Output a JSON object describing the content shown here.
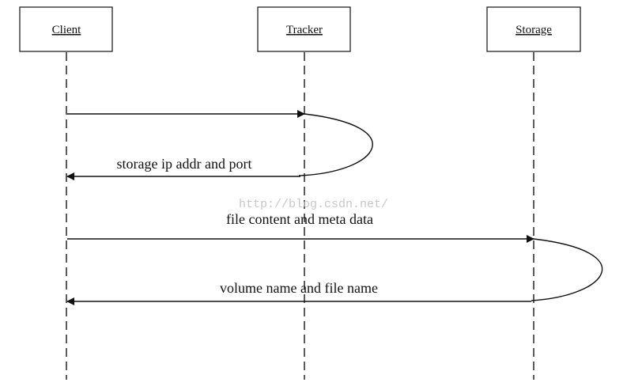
{
  "actors": [
    {
      "id": "client",
      "label": "Client"
    },
    {
      "id": "tracker",
      "label": "Tracker"
    },
    {
      "id": "storage",
      "label": "Storage"
    }
  ],
  "messages": [
    {
      "from": "client",
      "to": "tracker",
      "label": ""
    },
    {
      "from": "tracker",
      "to": "client",
      "label": "storage ip addr and port"
    },
    {
      "from": "client",
      "to": "storage",
      "label": "file content and meta data"
    },
    {
      "from": "storage",
      "to": "client",
      "label": "volume name and file name"
    }
  ],
  "watermark": "http://blog.csdn.net/"
}
